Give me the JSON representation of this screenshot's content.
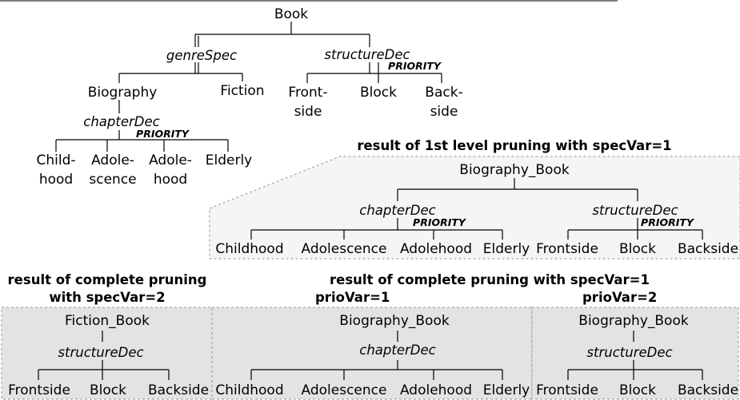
{
  "feature_tree": {
    "root": "Book",
    "genre_decision": "genreSpec",
    "biography": "Biography",
    "fiction": "Fiction",
    "chapter_decision": "chapterDec",
    "chapter_priority": "PRIORITY",
    "chapter_children": [
      [
        "Child-",
        "hood"
      ],
      [
        "Adole-",
        "scence"
      ],
      [
        "Adole-",
        "hood"
      ],
      [
        "Elderly"
      ]
    ],
    "structure_decision": "structureDec",
    "structure_priority": "PRIORITY",
    "structure_children": [
      [
        "Front-",
        "side"
      ],
      [
        "Block"
      ],
      [
        "Back-",
        "side"
      ]
    ]
  },
  "first_level": {
    "heading": "result of 1st level pruning with specVar=1",
    "root": "Biography_Book",
    "chapter_decision": "chapterDec",
    "chapter_priority": "PRIORITY",
    "chapter_children": [
      "Childhood",
      "Adolescence",
      "Adolehood",
      "Elderly"
    ],
    "structure_decision": "structureDec",
    "structure_priority": "PRIORITY",
    "structure_children": [
      "Frontside",
      "Block",
      "Backside"
    ]
  },
  "complete_spec2": {
    "heading_line1": "result of complete pruning",
    "heading_line2": "with specVar=2",
    "root": "Fiction_Book",
    "decision": "structureDec",
    "children": [
      "Frontside",
      "Block",
      "Backside"
    ]
  },
  "complete_spec1": {
    "heading_line1": "result of complete pruning with specVar=1",
    "prio1_label": "prioVar=1",
    "prio2_label": "prioVar=2",
    "prio1_root": "Biography_Book",
    "prio1_decision": "chapterDec",
    "prio1_children": [
      "Childhood",
      "Adolescence",
      "Adolehood",
      "Elderly"
    ],
    "prio2_root": "Biography_Book",
    "prio2_decision": "structureDec",
    "prio2_children": [
      "Frontside",
      "Block",
      "Backside"
    ]
  },
  "colors": {
    "panel_light": "#f5f5f5",
    "panel_dark": "#e3e3e3",
    "panel_border": "#a6a6a6",
    "line": "#000000"
  }
}
